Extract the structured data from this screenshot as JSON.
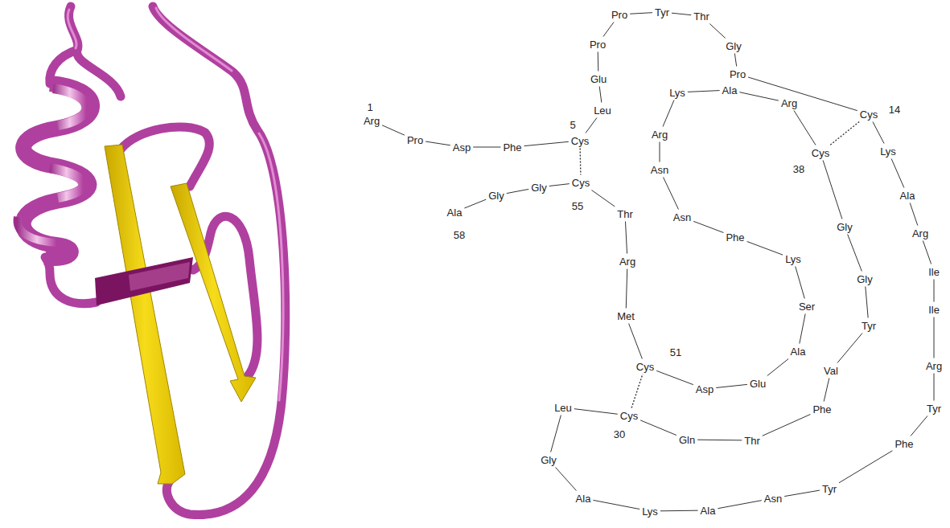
{
  "diagram": {
    "nodes": [
      {
        "text": [
          "Arg"
        ]
      },
      {
        "text": [
          "Pro"
        ]
      },
      {
        "text": [
          "Asp"
        ]
      },
      {
        "text": [
          "Phe"
        ]
      },
      {
        "text": [
          "Cys"
        ]
      },
      {
        "text": [
          "Leu"
        ]
      },
      {
        "text": [
          "Glu"
        ]
      },
      {
        "text": [
          "Pro"
        ]
      },
      {
        "text": [
          "Pro"
        ]
      },
      {
        "text": [
          "Tyr"
        ]
      },
      {
        "text": [
          "Thr"
        ]
      },
      {
        "text": [
          "Gly"
        ]
      },
      {
        "text": [
          "Pro"
        ]
      },
      {
        "text": [
          "Cys"
        ]
      },
      {
        "text": [
          "Lys"
        ]
      },
      {
        "text": [
          "Ala"
        ]
      },
      {
        "text": [
          "Arg"
        ]
      },
      {
        "text": [
          "Ile"
        ]
      },
      {
        "text": [
          "Ile"
        ]
      },
      {
        "text": [
          "Arg"
        ]
      },
      {
        "text": [
          "Tyr"
        ]
      },
      {
        "text": [
          "Phe"
        ]
      },
      {
        "text": [
          "Tyr"
        ]
      },
      {
        "text": [
          "Asn"
        ]
      },
      {
        "text": [
          "Ala"
        ]
      },
      {
        "text": [
          "Lys"
        ]
      },
      {
        "text": [
          "Ala"
        ]
      },
      {
        "text": [
          "Gly"
        ]
      },
      {
        "text": [
          "Leu"
        ]
      },
      {
        "text": [
          "Cys"
        ]
      },
      {
        "text": [
          "Gln"
        ]
      },
      {
        "text": [
          "Thr"
        ]
      },
      {
        "text": [
          "Phe"
        ]
      },
      {
        "text": [
          "Val"
        ]
      },
      {
        "text": [
          "Tyr"
        ]
      },
      {
        "text": [
          "Gly"
        ]
      },
      {
        "text": [
          "Gly"
        ]
      },
      {
        "text": [
          "Cys"
        ]
      },
      {
        "text": [
          "Arg"
        ]
      },
      {
        "text": [
          "Ala"
        ]
      },
      {
        "text": [
          "Lys"
        ]
      },
      {
        "text": [
          "Arg"
        ]
      },
      {
        "text": [
          "Asn"
        ]
      },
      {
        "text": [
          "Asn"
        ]
      },
      {
        "text": [
          "Phe"
        ]
      },
      {
        "text": [
          "Lys"
        ]
      },
      {
        "text": [
          "Ser"
        ]
      },
      {
        "text": [
          "Ala"
        ]
      },
      {
        "text": [
          "Glu"
        ]
      },
      {
        "text": [
          "Asp"
        ]
      },
      {
        "text": [
          "Cys"
        ]
      },
      {
        "text": [
          "Met"
        ]
      },
      {
        "text": [
          "Arg"
        ]
      },
      {
        "text": [
          "Thr"
        ]
      },
      {
        "text": [
          "Cys"
        ]
      },
      {
        "text": [
          "Gly"
        ]
      },
      {
        "text": [
          "Gly"
        ]
      },
      {
        "text": [
          "Ala"
        ]
      }
    ],
    "edges": [
      {
        "from": 0,
        "to": 1,
        "arrow": "none"
      },
      {
        "from": 1,
        "to": 2,
        "arrow": "none"
      },
      {
        "from": 2,
        "to": 3,
        "arrow": "none"
      },
      {
        "from": 3,
        "to": 4,
        "arrow": "none"
      },
      {
        "from": 4,
        "to": 5,
        "arrow": "none"
      },
      {
        "from": 5,
        "to": 6,
        "arrow": "none"
      },
      {
        "from": 6,
        "to": 7,
        "arrow": "none"
      },
      {
        "from": 7,
        "to": 8,
        "arrow": "none"
      },
      {
        "from": 8,
        "to": 9,
        "arrow": "none"
      },
      {
        "from": 9,
        "to": 10,
        "arrow": "none"
      },
      {
        "from": 10,
        "to": 11,
        "arrow": "none"
      },
      {
        "from": 11,
        "to": 12,
        "arrow": "none"
      },
      {
        "from": 12,
        "to": 13,
        "arrow": "none"
      },
      {
        "from": 13,
        "to": 14,
        "arrow": "none"
      },
      {
        "from": 14,
        "to": 15,
        "arrow": "none"
      },
      {
        "from": 15,
        "to": 16,
        "arrow": "none"
      },
      {
        "from": 16,
        "to": 17,
        "arrow": "none"
      },
      {
        "from": 17,
        "to": 18,
        "arrow": "none"
      },
      {
        "from": 18,
        "to": 19,
        "arrow": "none"
      },
      {
        "from": 19,
        "to": 20,
        "arrow": "none"
      },
      {
        "from": 20,
        "to": 21,
        "arrow": "none"
      },
      {
        "from": 21,
        "to": 22,
        "arrow": "none"
      },
      {
        "from": 22,
        "to": 23,
        "arrow": "none"
      },
      {
        "from": 23,
        "to": 24,
        "arrow": "none"
      },
      {
        "from": 24,
        "to": 25,
        "arrow": "none"
      },
      {
        "from": 25,
        "to": 26,
        "arrow": "none"
      },
      {
        "from": 26,
        "to": 27,
        "arrow": "none"
      },
      {
        "from": 27,
        "to": 28,
        "arrow": "none"
      },
      {
        "from": 28,
        "to": 29,
        "arrow": "none"
      },
      {
        "from": 29,
        "to": 30,
        "arrow": "none"
      },
      {
        "from": 30,
        "to": 31,
        "arrow": "none"
      },
      {
        "from": 31,
        "to": 32,
        "arrow": "none"
      },
      {
        "from": 32,
        "to": 33,
        "arrow": "none"
      },
      {
        "from": 33,
        "to": 34,
        "arrow": "none"
      },
      {
        "from": 34,
        "to": 35,
        "arrow": "none"
      },
      {
        "from": 35,
        "to": 36,
        "arrow": "none"
      },
      {
        "from": 36,
        "to": 37,
        "arrow": "none"
      },
      {
        "from": 37,
        "to": 38,
        "arrow": "none"
      },
      {
        "from": 38,
        "to": 39,
        "arrow": "none"
      },
      {
        "from": 39,
        "to": 40,
        "arrow": "none"
      },
      {
        "from": 40,
        "to": 41,
        "arrow": "none"
      },
      {
        "from": 41,
        "to": 42,
        "arrow": "none"
      },
      {
        "from": 42,
        "to": 43,
        "arrow": "none"
      },
      {
        "from": 43,
        "to": 44,
        "arrow": "none"
      },
      {
        "from": 44,
        "to": 45,
        "arrow": "none"
      },
      {
        "from": 45,
        "to": 46,
        "arrow": "none"
      },
      {
        "from": 46,
        "to": 47,
        "arrow": "none"
      },
      {
        "from": 47,
        "to": 48,
        "arrow": "none"
      },
      {
        "from": 48,
        "to": 49,
        "arrow": "none"
      },
      {
        "from": 49,
        "to": 50,
        "arrow": "none"
      },
      {
        "from": 50,
        "to": 51,
        "arrow": "none"
      },
      {
        "from": 51,
        "to": 52,
        "arrow": "none"
      },
      {
        "from": 52,
        "to": 53,
        "arrow": "none"
      },
      {
        "from": 53,
        "to": 54,
        "arrow": "none"
      },
      {
        "from": 54,
        "to": 55,
        "arrow": "none"
      },
      {
        "from": 55,
        "to": 56,
        "arrow": "none"
      },
      {
        "from": 56,
        "to": 57,
        "arrow": "none"
      },
      {
        "from": 4,
        "to": 54,
        "arrow": "none"
      },
      {
        "from": 13,
        "to": 37,
        "arrow": "none"
      },
      {
        "from": 29,
        "to": 50,
        "arrow": "none"
      }
    ],
    "labels": [
      "1",
      "5",
      "14",
      "38",
      "55",
      "58",
      "51",
      "30"
    ]
  }
}
